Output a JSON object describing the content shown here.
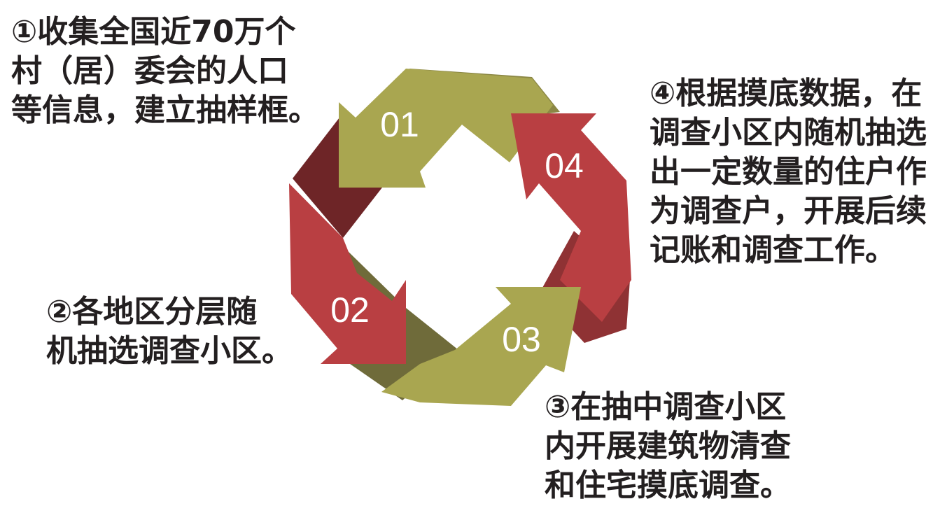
{
  "diagram": {
    "steps": [
      {
        "number": "01",
        "lines": [
          "①收集全国近70万个",
          "村（居）委会的人口",
          "等信息，建立抽样框。"
        ],
        "color": "#a9a650"
      },
      {
        "number": "02",
        "lines": [
          "②各地区分层随",
          "机抽选调查小区。"
        ],
        "color": "#b93f42"
      },
      {
        "number": "03",
        "lines": [
          "③在抽中调查小区",
          "内开展建筑物清查",
          "和住宅摸底调查。"
        ],
        "color": "#a9a650"
      },
      {
        "number": "04",
        "lines": [
          "④根据摸底数据，在",
          "调查小区内随机抽选",
          "出一定数量的住户作",
          "为调查户，开展后续",
          "记账和调查工作。"
        ],
        "color": "#b93f42"
      }
    ],
    "colors": {
      "olive": "#a9a650",
      "olive_dark": "#6f6b3a",
      "olive_mid": "#8b8744",
      "red": "#b93f42",
      "red_dark": "#6e2527",
      "red_mid": "#8f3234",
      "text": "#231f20"
    }
  }
}
